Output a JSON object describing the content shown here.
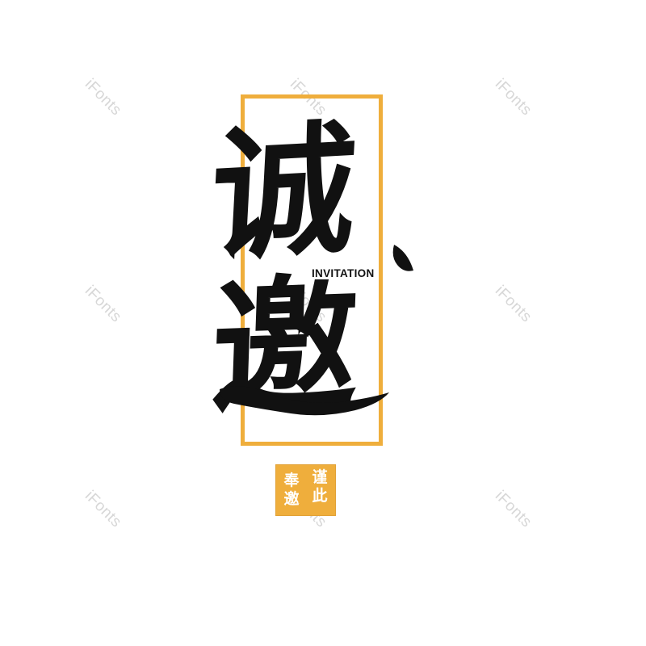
{
  "watermark": {
    "text": "iFonts",
    "color": "#d7d7d7"
  },
  "title": {
    "char_1": "诚",
    "char_2": "邀",
    "color": "#111111"
  },
  "subtitle": "INVITATION",
  "seal": {
    "right_column": [
      "谨",
      "此"
    ],
    "left_column": [
      "奉",
      "邀"
    ],
    "color": "#efae3c"
  },
  "frame": {
    "color": "#efae3c"
  }
}
